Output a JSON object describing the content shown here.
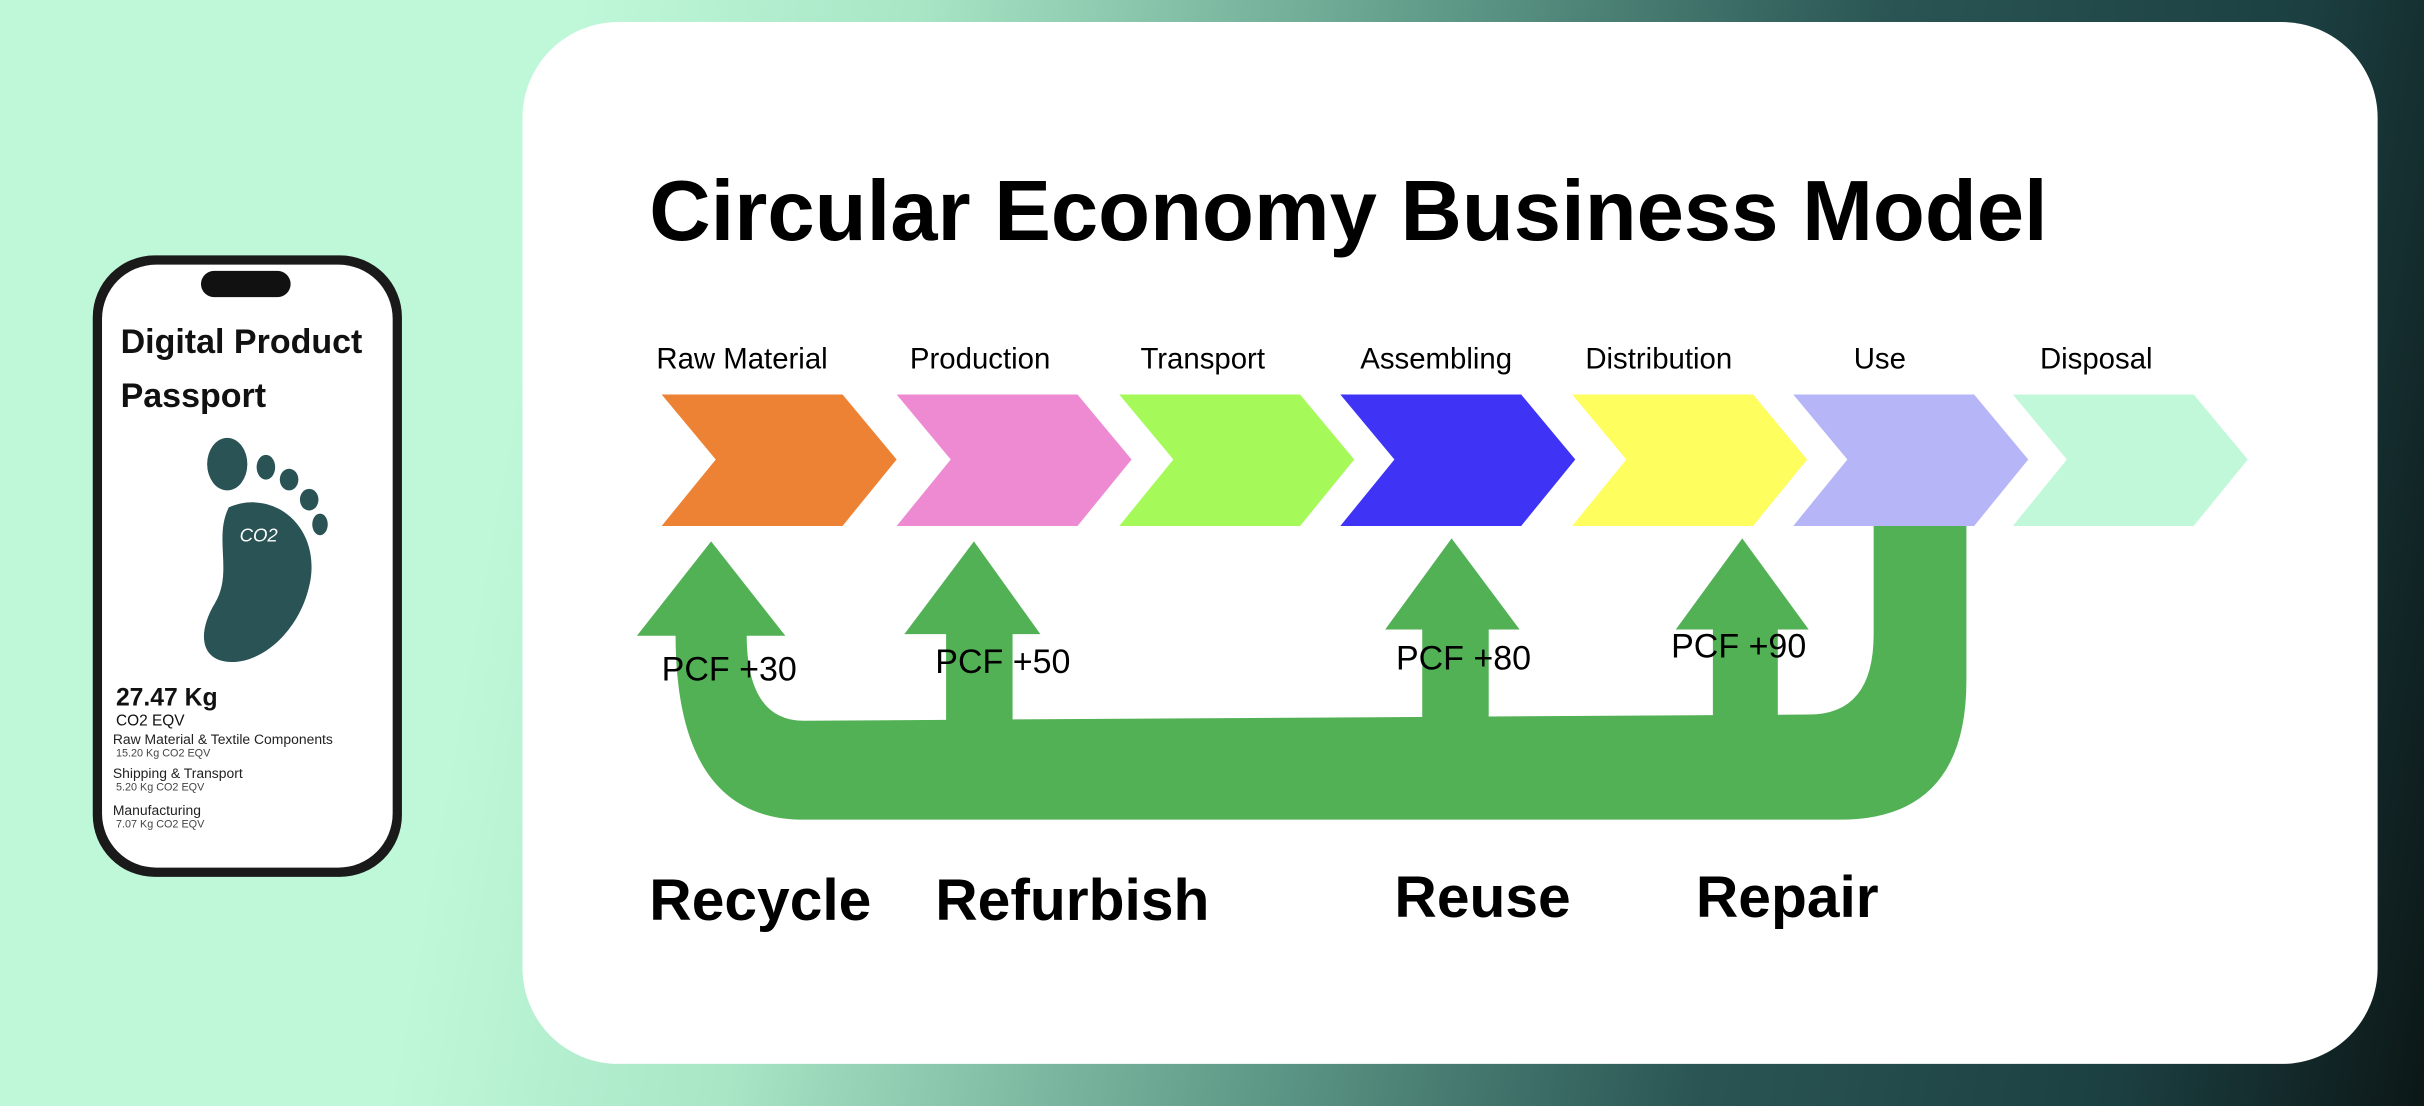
{
  "phone": {
    "title_line1": "Digital Product",
    "title_line2": "Passport",
    "footprint_text": "CO2",
    "total_value": "27.47 Kg",
    "total_unit": "CO2 EQV",
    "items": [
      {
        "label": "Raw Material & Textile Components",
        "value": "15.20 Kg CO2 EQV"
      },
      {
        "label": "Shipping & Transport",
        "value": "5.20 Kg CO2 EQV"
      },
      {
        "label": "Manufacturing",
        "value": "7.07 Kg CO2 EQV"
      }
    ],
    "footprint_color": "#2a5355"
  },
  "diagram": {
    "title": "Circular Economy Business Model",
    "stages": [
      {
        "label": "Raw Material",
        "color": "#ee8234"
      },
      {
        "label": "Production",
        "color": "#ee8ad2"
      },
      {
        "label": "Transport",
        "color": "#a5fa5a"
      },
      {
        "label": "Assembling",
        "color": "#3f33f5"
      },
      {
        "label": "Distribution",
        "color": "#fffe5f"
      },
      {
        "label": "Use",
        "color": "#b5b5f7"
      },
      {
        "label": "Disposal",
        "color": "#c0f8d9"
      }
    ],
    "loop_color": "#52b155",
    "loops": [
      {
        "pcf": "PCF +30",
        "name": "Recycle"
      },
      {
        "pcf": "PCF +50",
        "name": "Refurbish"
      },
      {
        "pcf": "PCF +80",
        "name": "Reuse"
      },
      {
        "pcf": "PCF +90",
        "name": "Repair"
      }
    ]
  }
}
